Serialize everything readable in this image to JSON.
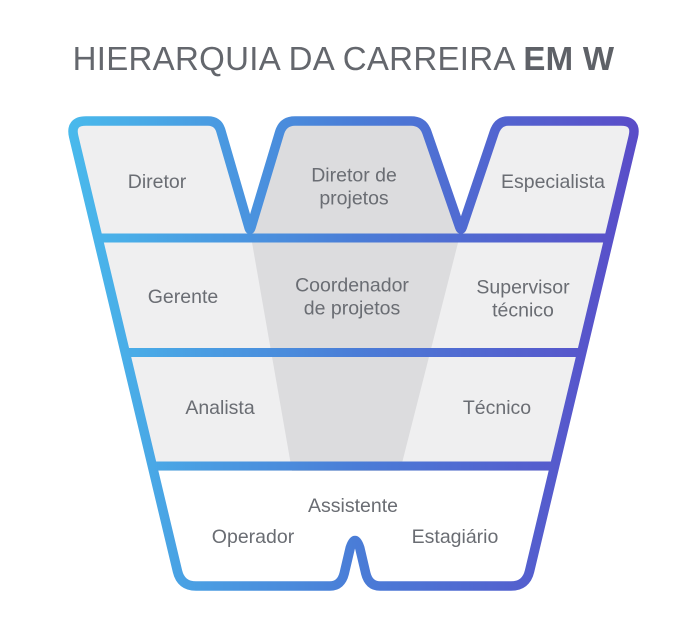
{
  "title": {
    "regular": "HIERARQUIA DA CARREIRA ",
    "bold": "EM W"
  },
  "levels": [
    {
      "left": "Diretor",
      "center": "Diretor de\nprojetos",
      "right": "Especialista"
    },
    {
      "left": "Gerente",
      "center": "Coordenador\nde projetos",
      "right": "Supervisor\ntécnico"
    },
    {
      "left": "Analista",
      "right": "Técnico"
    },
    {
      "left": "Operador",
      "center": "Assistente",
      "right": "Estagiário"
    }
  ],
  "colors": {
    "gradient_left": "#49baec",
    "gradient_mid": "#4a7dd7",
    "gradient_right": "#5a4cc8",
    "band_fill": "#efeff0",
    "center_band_fill": "#dcdcde",
    "label_text": "#6a6d73",
    "title_text": "#64676d",
    "background": "#ffffff"
  }
}
